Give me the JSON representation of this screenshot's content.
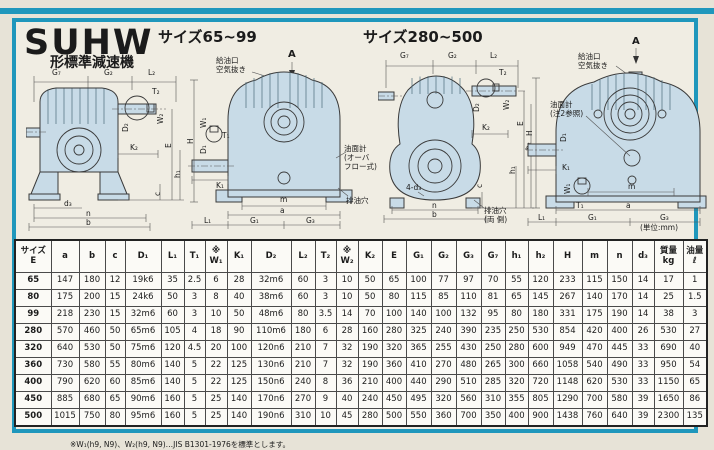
{
  "header": {
    "model": "SUHW",
    "model_sub": "形標準減速機",
    "range1": "サイズ65~99",
    "range2": "サイズ280~500"
  },
  "labels": {
    "A": "A",
    "a": "a",
    "b": "b",
    "c": "c",
    "n": "n",
    "m": "m",
    "E": "E",
    "H": "H",
    "d3": "d₃",
    "four_d3": "4-d₃",
    "D1": "D₁",
    "L1": "L₁",
    "T1": "T₁",
    "W1": "W₁",
    "K1": "K₁",
    "G1": "G₁",
    "G3": "G₃",
    "D2": "D₂",
    "L2": "L₂",
    "T2": "T₂",
    "W2": "W₂",
    "K2": "K₂",
    "G2": "G₂",
    "G7": "G₇",
    "h1": "h₁",
    "h2": "h₂"
  },
  "annotations": {
    "oil_fill": "給油口\n空気抜き",
    "oil_gauge_overflow": "油面計\n(オーバ\nフロー式)",
    "drain": "排油穴",
    "oil_gauge_ref": "油面計\n(注2参照)",
    "drain_both": "排油穴\n(両 側)",
    "unit": "(単位:mm)"
  },
  "table": {
    "headers": [
      "サイズ\nE",
      "a",
      "b",
      "c",
      "D₁",
      "L₁",
      "T₁",
      "※\nW₁",
      "K₁",
      "D₂",
      "L₂",
      "T₂",
      "※\nW₂",
      "K₂",
      "E",
      "G₁",
      "G₂",
      "G₃",
      "G₇",
      "h₁",
      "h₂",
      "H",
      "m",
      "n",
      "d₃",
      "質量\nkg",
      "油量\nℓ"
    ],
    "rows": [
      [
        "65",
        "147",
        "180",
        "12",
        "19k6",
        "35",
        "2.5",
        "6",
        "28",
        "32m6",
        "60",
        "3",
        "10",
        "50",
        "65",
        "100",
        "77",
        "97",
        "70",
        "55",
        "120",
        "233",
        "115",
        "150",
        "14",
        "17",
        "1"
      ],
      [
        "80",
        "175",
        "200",
        "15",
        "24k6",
        "50",
        "3",
        "8",
        "40",
        "38m6",
        "60",
        "3",
        "10",
        "50",
        "80",
        "115",
        "85",
        "110",
        "81",
        "65",
        "145",
        "267",
        "140",
        "170",
        "14",
        "25",
        "1.5"
      ],
      [
        "99",
        "218",
        "230",
        "15",
        "32m6",
        "60",
        "3",
        "10",
        "50",
        "48m6",
        "80",
        "3.5",
        "14",
        "70",
        "100",
        "140",
        "100",
        "132",
        "95",
        "80",
        "180",
        "331",
        "175",
        "190",
        "14",
        "38",
        "3"
      ],
      [
        "280",
        "570",
        "460",
        "50",
        "65m6",
        "105",
        "4",
        "18",
        "90",
        "110m6",
        "180",
        "6",
        "28",
        "160",
        "280",
        "325",
        "240",
        "390",
        "235",
        "250",
        "530",
        "854",
        "420",
        "400",
        "26",
        "530",
        "27"
      ],
      [
        "320",
        "640",
        "530",
        "50",
        "75m6",
        "120",
        "4.5",
        "20",
        "100",
        "120n6",
        "210",
        "7",
        "32",
        "190",
        "320",
        "365",
        "255",
        "430",
        "250",
        "280",
        "600",
        "949",
        "470",
        "445",
        "33",
        "690",
        "40"
      ],
      [
        "360",
        "730",
        "580",
        "55",
        "80m6",
        "140",
        "5",
        "22",
        "125",
        "130n6",
        "210",
        "7",
        "32",
        "190",
        "360",
        "410",
        "270",
        "480",
        "265",
        "300",
        "660",
        "1058",
        "540",
        "490",
        "33",
        "950",
        "54"
      ],
      [
        "400",
        "790",
        "620",
        "60",
        "85m6",
        "140",
        "5",
        "22",
        "125",
        "150n6",
        "240",
        "8",
        "36",
        "210",
        "400",
        "440",
        "290",
        "510",
        "285",
        "320",
        "720",
        "1148",
        "620",
        "530",
        "33",
        "1150",
        "65"
      ],
      [
        "450",
        "885",
        "680",
        "65",
        "90m6",
        "160",
        "5",
        "25",
        "140",
        "170n6",
        "270",
        "9",
        "40",
        "240",
        "450",
        "495",
        "320",
        "560",
        "310",
        "355",
        "805",
        "1290",
        "700",
        "580",
        "39",
        "1650",
        "86"
      ],
      [
        "500",
        "1015",
        "750",
        "80",
        "95m6",
        "160",
        "5",
        "25",
        "140",
        "190n6",
        "310",
        "10",
        "45",
        "280",
        "500",
        "550",
        "360",
        "700",
        "350",
        "400",
        "900",
        "1438",
        "760",
        "640",
        "39",
        "2300",
        "135"
      ]
    ]
  },
  "footnote": "※W₁(h9, N9)、W₂(h9, N9)…JIS B1301-1976を標準とします。",
  "colors": {
    "accent_teal": "#1f97bc",
    "drawing_fill": "#c8dbe7",
    "paper": "#f0ede3"
  }
}
